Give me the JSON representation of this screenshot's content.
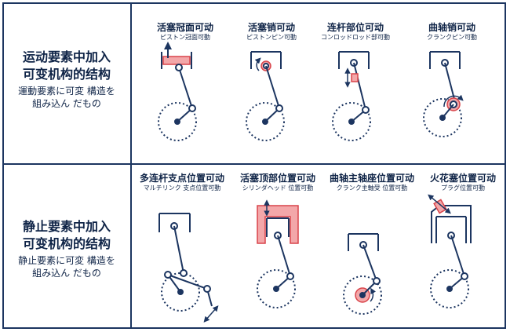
{
  "rows": [
    {
      "title_lines": [
        "运动要素中加入",
        "可变机构的结构"
      ],
      "subtitle_lines": [
        "運動要素に可変 構造を",
        "組み込ん だもの"
      ],
      "items": [
        {
          "cn": "活塞冠面可动",
          "jp": "ピストン冠面可動"
        },
        {
          "cn": "活塞销可动",
          "jp": "ピストンピン可動"
        },
        {
          "cn": "连杆部位可动",
          "jp": "コンロッドロッド部可動"
        },
        {
          "cn": "曲轴销可动",
          "jp": "クランクピン可動"
        }
      ]
    },
    {
      "title_lines": [
        "静止要素中加入",
        "可变机构的结构"
      ],
      "subtitle_lines": [
        "静止要素に可変 構造を",
        "組み込ん だもの"
      ],
      "items": [
        {
          "cn": "多连杆支点位置可动",
          "jp": "マルチリンク 支点位置可動"
        },
        {
          "cn": "活塞顶部位置可动",
          "jp": "シリンダヘッド 位置可動"
        },
        {
          "cn": "曲轴主轴座位置可动",
          "jp": "クランク主軸受 位置可動"
        },
        {
          "cn": "火花塞位置可动",
          "jp": "プラグ位置可動"
        }
      ]
    }
  ],
  "colors": {
    "line": "#1c3560",
    "highlight_fill": "#f3a7a9",
    "highlight_stroke": "#d9444a"
  }
}
